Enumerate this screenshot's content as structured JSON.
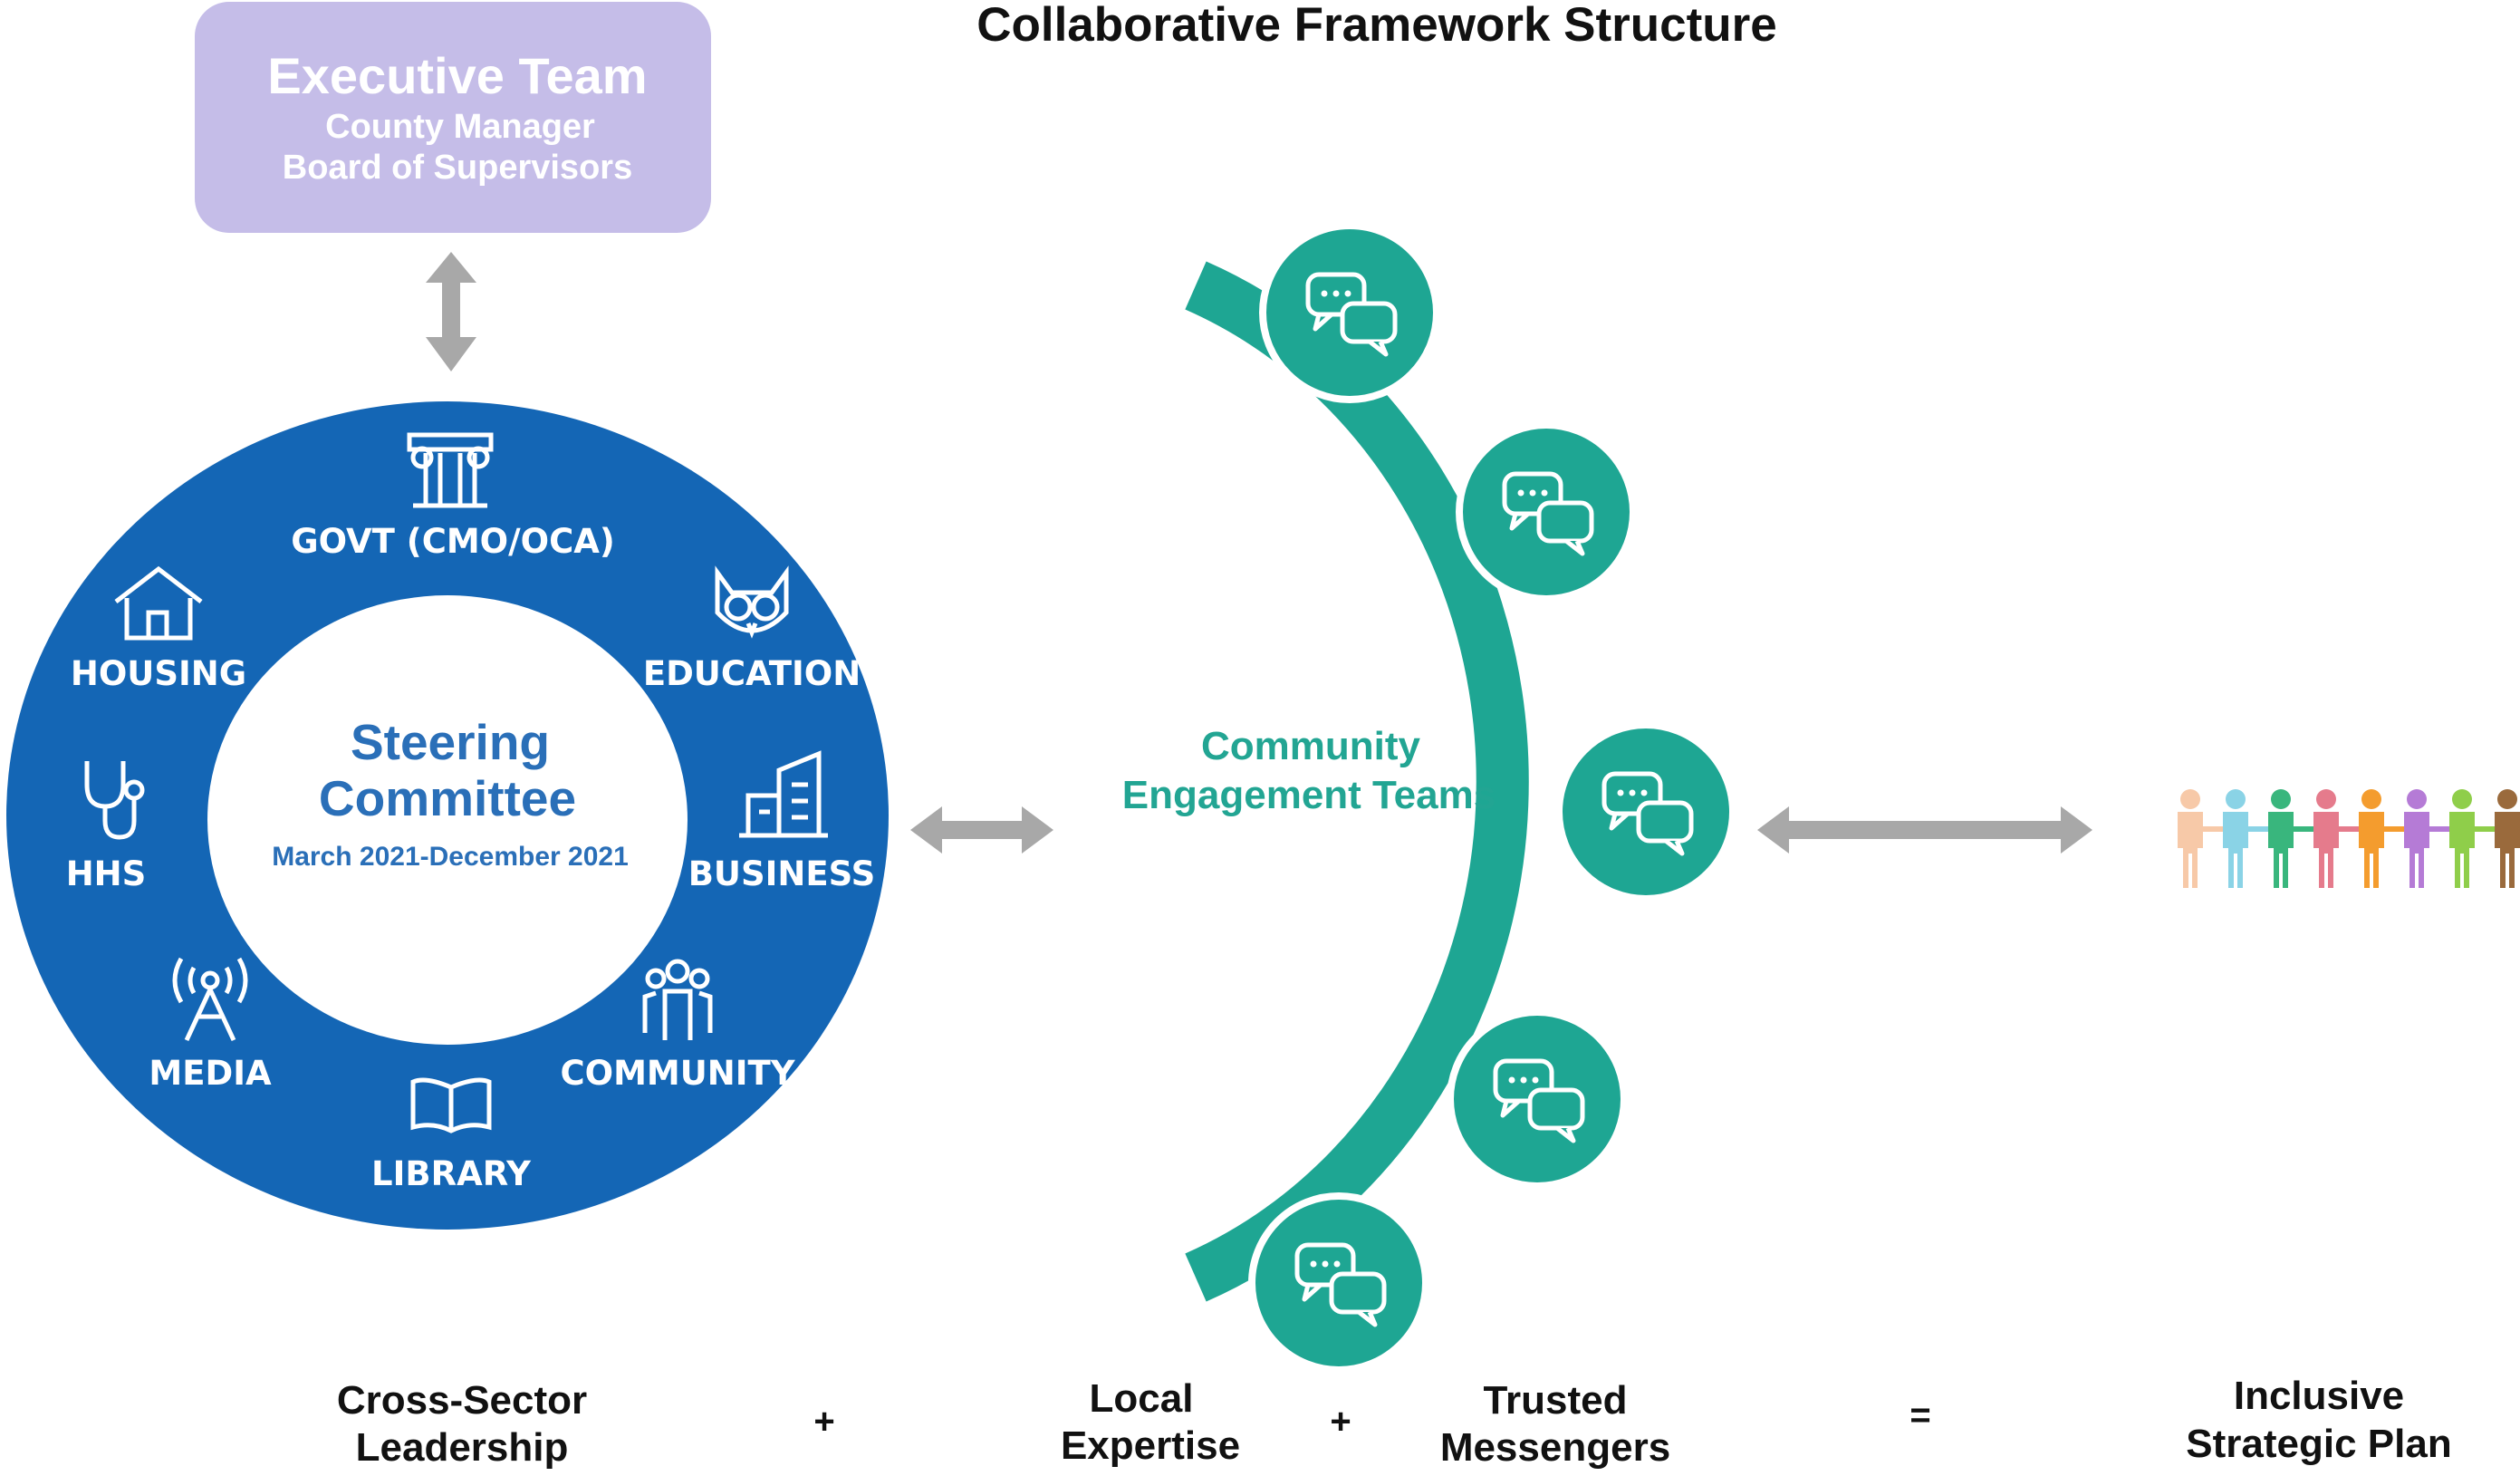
{
  "title": "Collaborative Framework Structure",
  "executive_team": {
    "title": "Executive Team",
    "line1": "County Manager",
    "line2": "Board of Supervisors"
  },
  "steering_committee": {
    "title_line1": "Steering",
    "title_line2": "Committee",
    "dates": "March 2021-December 2021"
  },
  "sectors": [
    {
      "label": "GOVT (CMO/OCA)",
      "icon": "column-icon"
    },
    {
      "label": "EDUCATION",
      "icon": "owl-icon"
    },
    {
      "label": "BUSINESS",
      "icon": "buildings-icon"
    },
    {
      "label": "COMMUNITY",
      "icon": "people-group-icon"
    },
    {
      "label": "LIBRARY",
      "icon": "book-icon"
    },
    {
      "label": "MEDIA",
      "icon": "antenna-icon"
    },
    {
      "label": "HHS",
      "icon": "stethoscope-icon"
    },
    {
      "label": "HOUSING",
      "icon": "house-icon"
    }
  ],
  "community_engagement": {
    "line1": "Community",
    "line2": "Engagement Teams",
    "node_count": 5,
    "node_icon": "chat-bubbles-icon"
  },
  "bottom_labels": {
    "cross_sector": [
      "Cross-Sector",
      "Leadership"
    ],
    "local": [
      "Local",
      "Expertise"
    ],
    "trusted": [
      "Trusted",
      "Messengers"
    ],
    "inclusive": [
      "Inclusive",
      "Strategic Plan"
    ],
    "plus1": "+",
    "plus2": "+",
    "equals": "="
  },
  "colors": {
    "blue": "#1466b5",
    "teal": "#1ea693",
    "lavender": "#c5bde8",
    "arrow_gray": "#a8a8a8",
    "people": [
      "#f7c9a8",
      "#8ad3e6",
      "#39b67d",
      "#e57b8c",
      "#f49c2e",
      "#b57bd6",
      "#8fce4a",
      "#9a6a3c"
    ]
  }
}
